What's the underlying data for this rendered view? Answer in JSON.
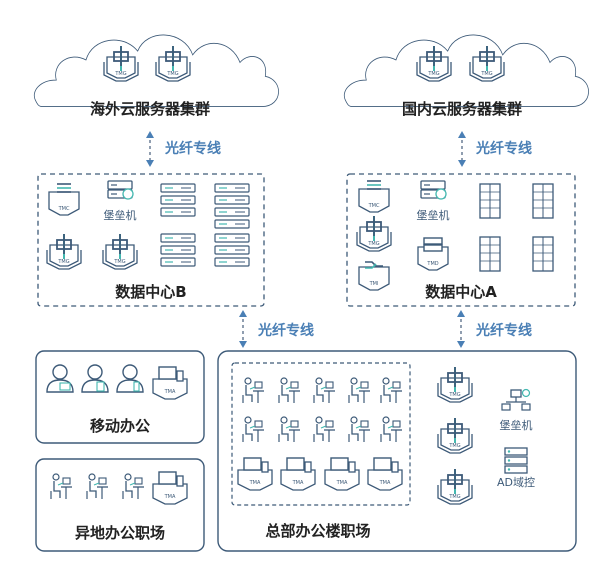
{
  "colors": {
    "line": "#3d5a78",
    "accent": "#4a7fb5",
    "teal": "#43b8b0",
    "dash": "#6b7f95"
  },
  "icons": {
    "tmg": "TMG",
    "tmc": "TMC",
    "tmi": "TMI",
    "tmd": "TMD",
    "tma": "TMA",
    "tmg_glyph": "中"
  },
  "clouds": {
    "overseas_label": "海外云服务器集群",
    "domestic_label": "国内云服务器集群"
  },
  "links": {
    "overseas_fiber": "光纤专线",
    "domestic_fiber": "光纤专线",
    "dc_b_fiber": "光纤专线",
    "dc_a_fiber": "光纤专线"
  },
  "datacenter_b": {
    "label": "数据中心B",
    "bastion_label": "堡垒机"
  },
  "datacenter_a": {
    "label": "数据中心A",
    "bastion_label": "堡垒机"
  },
  "mobile_office": {
    "label": "移动办公"
  },
  "remote_office": {
    "label": "异地办公职场"
  },
  "hq": {
    "label": "总部办公楼职场",
    "bastion_label": "堡垒机",
    "ad_label": "AD域控"
  }
}
